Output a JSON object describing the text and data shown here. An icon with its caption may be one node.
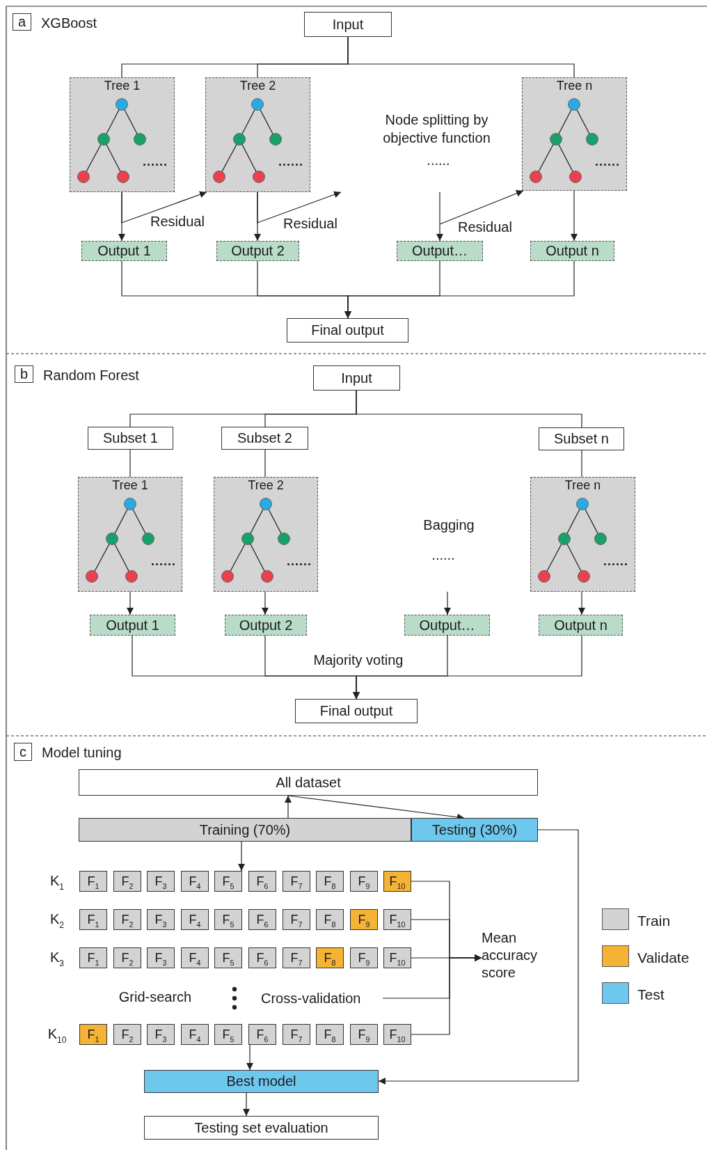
{
  "diagram": {
    "nodes": [
      {
        "text": [
          "a"
        ],
        "beside": [
          "XGBoost"
        ]
      },
      {
        "text": [
          "Input"
        ]
      },
      {
        "text": [
          "Tree 1",
          "......"
        ]
      },
      {
        "text": [
          "Tree 2",
          "......"
        ]
      },
      {
        "text": [
          "Tree n",
          "......"
        ]
      },
      {
        "text": [
          "Output 1"
        ]
      },
      {
        "text": [
          "Output 2"
        ]
      },
      {
        "text": [
          "Output…"
        ]
      },
      {
        "text": [
          "Output n"
        ]
      },
      {
        "text": [
          "Final output"
        ]
      },
      {
        "text": [
          "b"
        ],
        "beside": [
          "Random Forest"
        ]
      },
      {
        "text": [
          "Input"
        ]
      },
      {
        "text": [
          "Subset 1"
        ]
      },
      {
        "text": [
          "Subset 2"
        ]
      },
      {
        "text": [
          "Subset n"
        ]
      },
      {
        "text": [
          "Tree 1",
          "......"
        ]
      },
      {
        "text": [
          "Tree 2",
          "......"
        ]
      },
      {
        "text": [
          "Tree n",
          "......"
        ]
      },
      {
        "text": [
          "Output 1"
        ]
      },
      {
        "text": [
          "Output 2"
        ]
      },
      {
        "text": [
          "Output…"
        ]
      },
      {
        "text": [
          "Output n"
        ]
      },
      {
        "text": [
          "Final output"
        ]
      },
      {
        "text": [
          "c"
        ],
        "beside": [
          "Model tuning"
        ]
      },
      {
        "text": [
          "All dataset"
        ]
      },
      {
        "text": [
          "Training (70%)"
        ]
      },
      {
        "text": [
          "Testing (30%)"
        ]
      },
      {
        "text": [
          "F$_{1}$"
        ]
      },
      {
        "text": [
          "F$_{2}$"
        ]
      },
      {
        "text": [
          "F$_{3}$"
        ]
      },
      {
        "text": [
          "F$_{4}$"
        ]
      },
      {
        "text": [
          "F$_{5}$"
        ]
      },
      {
        "text": [
          "F$_{6}$"
        ]
      },
      {
        "text": [
          "F$_{7}$"
        ]
      },
      {
        "text": [
          "F$_{8}$"
        ]
      },
      {
        "text": [
          "F$_{9}$"
        ]
      },
      {
        "text": [
          "F$_{10}$"
        ]
      },
      {
        "text": [
          "F$_{1}$"
        ]
      },
      {
        "text": [
          "F$_{2}$"
        ]
      },
      {
        "text": [
          "F$_{3}$"
        ]
      },
      {
        "text": [
          "F$_{4}$"
        ]
      },
      {
        "text": [
          "F$_{5}$"
        ]
      },
      {
        "text": [
          "F$_{6}$"
        ]
      },
      {
        "text": [
          "F$_{7}$"
        ]
      },
      {
        "text": [
          "F$_{8}$"
        ]
      },
      {
        "text": [
          "F$_{9}$"
        ]
      },
      {
        "text": [
          "F$_{10}$"
        ]
      },
      {
        "text": [
          "F$_{1}$"
        ]
      },
      {
        "text": [
          "F$_{2}$"
        ]
      },
      {
        "text": [
          "F$_{3}$"
        ]
      },
      {
        "text": [
          "F$_{4}$"
        ]
      },
      {
        "text": [
          "F$_{5}$"
        ]
      },
      {
        "text": [
          "F$_{6}$"
        ]
      },
      {
        "text": [
          "F$_{7}$"
        ]
      },
      {
        "text": [
          "F$_{8}$"
        ]
      },
      {
        "text": [
          "F$_{9}$"
        ]
      },
      {
        "text": [
          "F$_{10}$"
        ]
      },
      {
        "text": [
          "F$_{1}$"
        ]
      },
      {
        "text": [
          "F$_{2}$"
        ]
      },
      {
        "text": [
          "F$_{3}$"
        ]
      },
      {
        "text": [
          "F$_{4}$"
        ]
      },
      {
        "text": [
          "F$_{5}$"
        ]
      },
      {
        "text": [
          "F$_{6}$"
        ]
      },
      {
        "text": [
          "F$_{7}$"
        ]
      },
      {
        "text": [
          "F$_{8}$"
        ]
      },
      {
        "text": [
          "F$_{9}$"
        ]
      },
      {
        "text": [
          "F$_{10}$"
        ]
      },
      {
        "text": [
          "Mean accuracy score"
        ]
      },
      {
        "text": [
          "Cross-validation"
        ]
      },
      {
        "text": [
          "Best model"
        ]
      },
      {
        "text": [
          "Testing set evaluation"
        ]
      }
    ],
    "edges": [
      {
        "from": 1,
        "to": 2,
        "arrow": "none"
      },
      {
        "from": 1,
        "to": 3,
        "arrow": "none"
      },
      {
        "from": 1,
        "to": 4,
        "arrow": "none"
      },
      {
        "from": 2,
        "to": 5,
        "arrow": "to"
      },
      {
        "from": 3,
        "to": 6,
        "arrow": "to"
      },
      {
        "from": null,
        "to": 7,
        "arrow": "to"
      },
      {
        "from": 4,
        "to": 8,
        "arrow": "to"
      },
      {
        "from": 2,
        "to": 3,
        "arrow": "to",
        "label": "Residual"
      },
      {
        "from": 3,
        "to": null,
        "arrow": "to",
        "label": "Residual"
      },
      {
        "from": null,
        "to": 4,
        "arrow": "to",
        "label": "Residual"
      },
      {
        "from": 5,
        "to": 9,
        "arrow": "to"
      },
      {
        "from": 6,
        "to": 9,
        "arrow": "to"
      },
      {
        "from": 7,
        "to": 9,
        "arrow": "to"
      },
      {
        "from": 8,
        "to": 9,
        "arrow": "to"
      },
      {
        "from": 11,
        "to": 12,
        "arrow": "none"
      },
      {
        "from": 11,
        "to": 13,
        "arrow": "none"
      },
      {
        "from": 11,
        "to": 14,
        "arrow": "none"
      },
      {
        "from": 12,
        "to": 15,
        "arrow": "none"
      },
      {
        "from": 13,
        "to": 16,
        "arrow": "none"
      },
      {
        "from": 14,
        "to": 17,
        "arrow": "none"
      },
      {
        "from": 15,
        "to": 18,
        "arrow": "to"
      },
      {
        "from": 16,
        "to": 19,
        "arrow": "to"
      },
      {
        "from": null,
        "to": 20,
        "arrow": "to"
      },
      {
        "from": 17,
        "to": 21,
        "arrow": "to"
      },
      {
        "from": 18,
        "to": 22,
        "arrow": "to"
      },
      {
        "from": 19,
        "to": 22,
        "arrow": "to"
      },
      {
        "from": 20,
        "to": 22,
        "arrow": "to"
      },
      {
        "from": 21,
        "to": 22,
        "arrow": "to"
      },
      {
        "from": 25,
        "to": 24,
        "arrow": "to"
      },
      {
        "from": 24,
        "to": 26,
        "arrow": "to"
      },
      {
        "from": 25,
        "to": 31,
        "arrow": "to"
      },
      {
        "from": 36,
        "to": 67,
        "arrow": "to"
      },
      {
        "from": 46,
        "to": 67,
        "arrow": "to"
      },
      {
        "from": 56,
        "to": 67,
        "arrow": "to"
      },
      {
        "from": 66,
        "to": 67,
        "arrow": "to"
      },
      {
        "from": 68,
        "to": 67,
        "arrow": "to"
      },
      {
        "from": 62,
        "to": 69,
        "arrow": "to"
      },
      {
        "from": 26,
        "to": 69,
        "arrow": "to"
      },
      {
        "from": 69,
        "to": 70,
        "arrow": "to"
      }
    ],
    "labels": [
      "Node splitting by objective function",
      "......",
      "Bagging",
      "......",
      "Majority voting",
      "K$_{1}$",
      "K$_{2}$",
      "K$_{3}$",
      "Grid-search",
      "K$_{10}$"
    ],
    "legend": [
      {
        "text": "Train",
        "color": "#d3d3d3"
      },
      {
        "text": "Validate",
        "color": "#f5b335"
      },
      {
        "text": "Test",
        "color": "#6ec8ee"
      }
    ]
  }
}
